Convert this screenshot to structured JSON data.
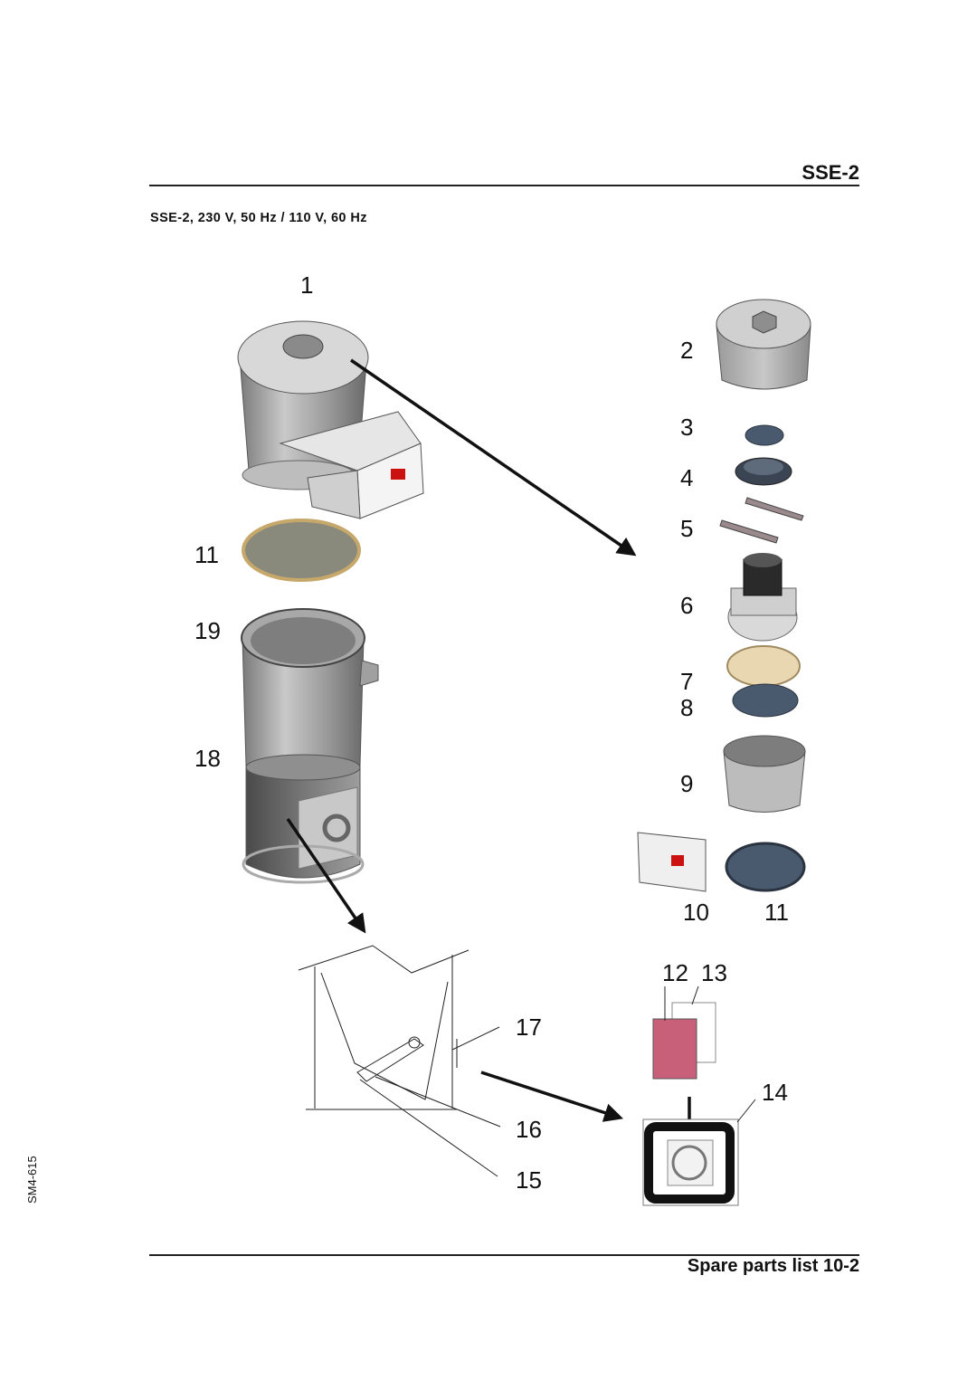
{
  "header": {
    "model": "SSE-2",
    "subtitle": "SSE-2, 230 V, 50 Hz / 110 V, 60 Hz"
  },
  "footer": {
    "title": "Spare parts list 10-2",
    "drawing_code": "SM4-615"
  },
  "callouts": {
    "n1": "1",
    "n2": "2",
    "n3": "3",
    "n4": "4",
    "n5": "5",
    "n6": "6",
    "n7": "7",
    "n8": "8",
    "n9": "9",
    "n10": "10",
    "n11a": "11",
    "n11b": "11",
    "n12": "12",
    "n13": "13",
    "n14": "14",
    "n15": "15",
    "n16": "16",
    "n17": "17",
    "n18": "18",
    "n19": "19"
  },
  "colors": {
    "metal": "#b8b8b8",
    "metal_dark": "#6e6e6e",
    "blue_part": "#4a5a6e",
    "filter_beige": "#e8d7b0",
    "filter_pink": "#c8607a",
    "display_red": "#cc1111"
  }
}
